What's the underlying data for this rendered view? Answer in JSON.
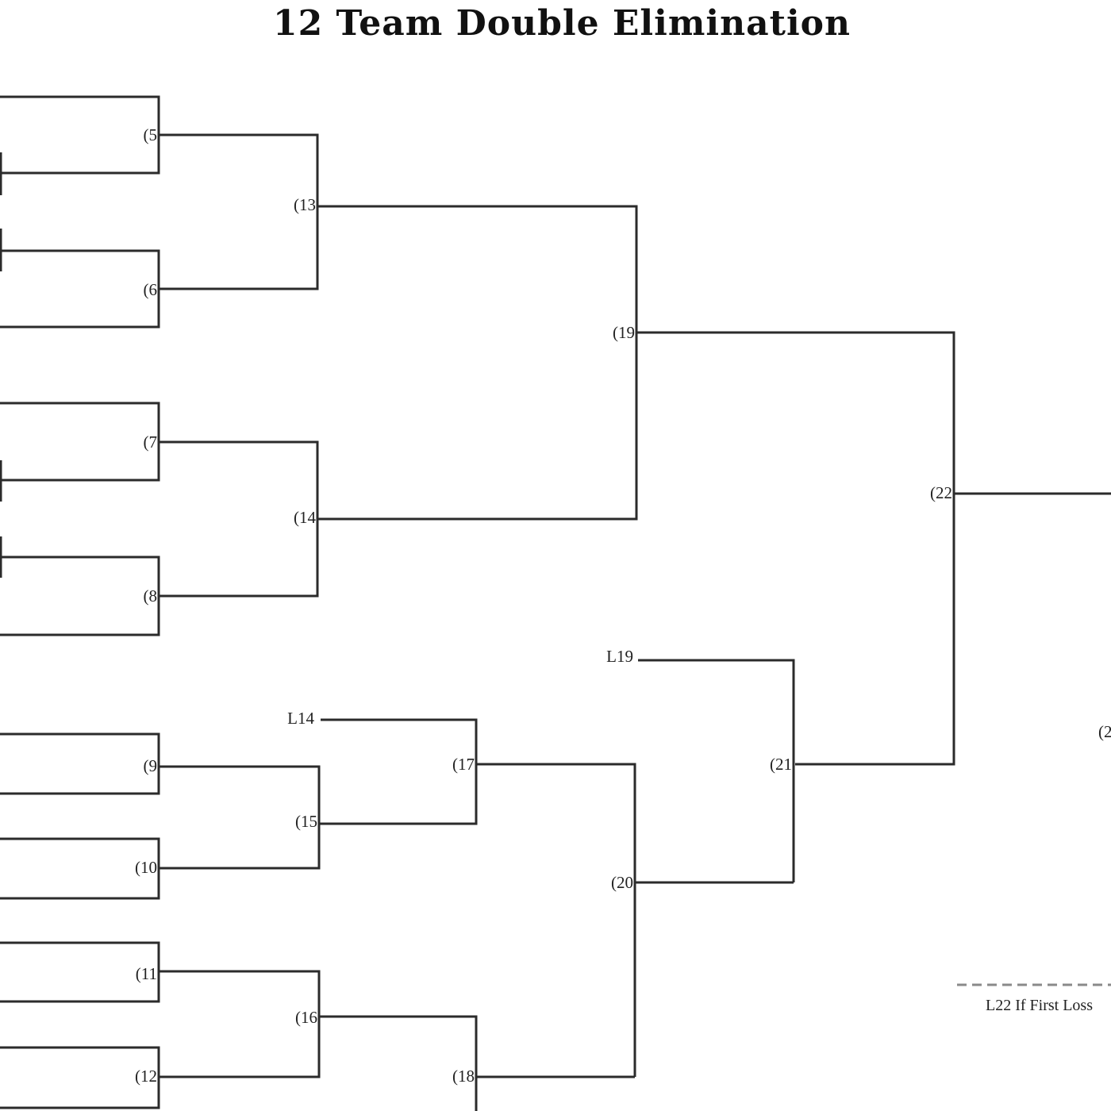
{
  "title": "12 Team Double Elimination",
  "matches": {
    "m5": "(5",
    "m6": "(6",
    "m7": "(7",
    "m8": "(8",
    "m9": "(9",
    "m10": "(10",
    "m11": "(11",
    "m12": "(12",
    "m13": "(13",
    "m14": "(14",
    "m15": "(15",
    "m16": "(16",
    "m17": "(17",
    "m18": "(18",
    "m19": "(19",
    "m20": "(20",
    "m21": "(21",
    "m22": "(22",
    "m23": "(2"
  },
  "drops": {
    "l14": "L14",
    "l19": "L19"
  },
  "note": "L22 If First Loss"
}
